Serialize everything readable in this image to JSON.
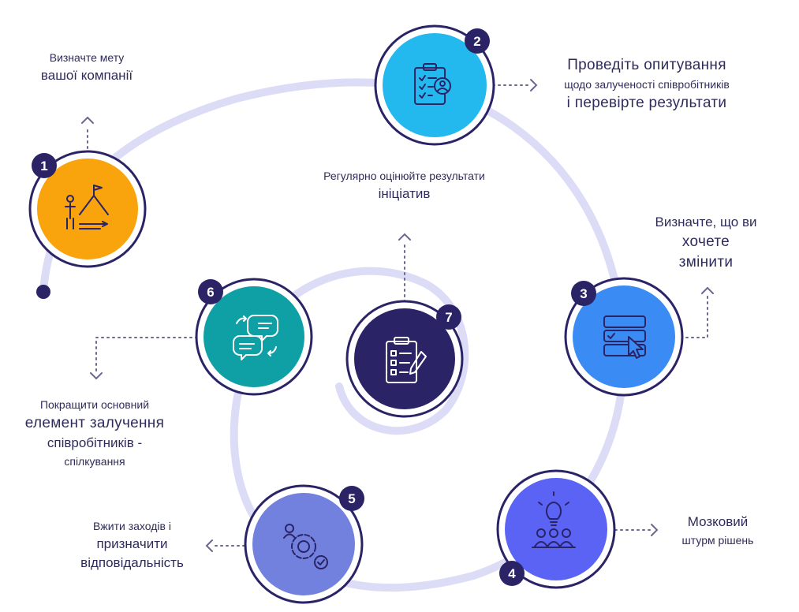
{
  "steps": [
    {
      "number": "1",
      "icon": "goal-mountain-flag-icon",
      "color": "#f9a40c",
      "label_lines": [
        "Визначте мету",
        "вашої компанії"
      ]
    },
    {
      "number": "2",
      "icon": "survey-clipboard-icon",
      "color": "#23b9ef",
      "label_lines": [
        "Проведіть опитування",
        "щодо залученості співробітників",
        "і перевірте результати"
      ]
    },
    {
      "number": "3",
      "icon": "select-options-cursor-icon",
      "color": "#3a8bf3",
      "label_lines": [
        "Визначте, що ви",
        "хочете",
        "змінити"
      ]
    },
    {
      "number": "4",
      "icon": "brainstorm-team-lightbulb-icon",
      "color": "#5b63f4",
      "label_lines": [
        "Мозковий",
        "штурм рішень"
      ]
    },
    {
      "number": "5",
      "icon": "person-gear-check-icon",
      "color": "#7381de",
      "label_lines": [
        "Вжити заходів і",
        "призначити",
        "відповідальність"
      ]
    },
    {
      "number": "6",
      "icon": "chat-bubbles-exchange-icon",
      "color": "#0fa0a5",
      "label_lines": [
        "Покращити основний",
        "елемент залучення",
        "співробітників -",
        "спілкування"
      ]
    },
    {
      "number": "7",
      "icon": "checklist-pen-icon",
      "color": "#2a2466",
      "label_lines": [
        "Регулярно оцінюйте результати",
        "ініціатив"
      ]
    }
  ],
  "colors": {
    "spiral": "#dcdcf7",
    "badge": "#2a2466",
    "text": "#2f2c5a",
    "dots": "#6a6790"
  }
}
